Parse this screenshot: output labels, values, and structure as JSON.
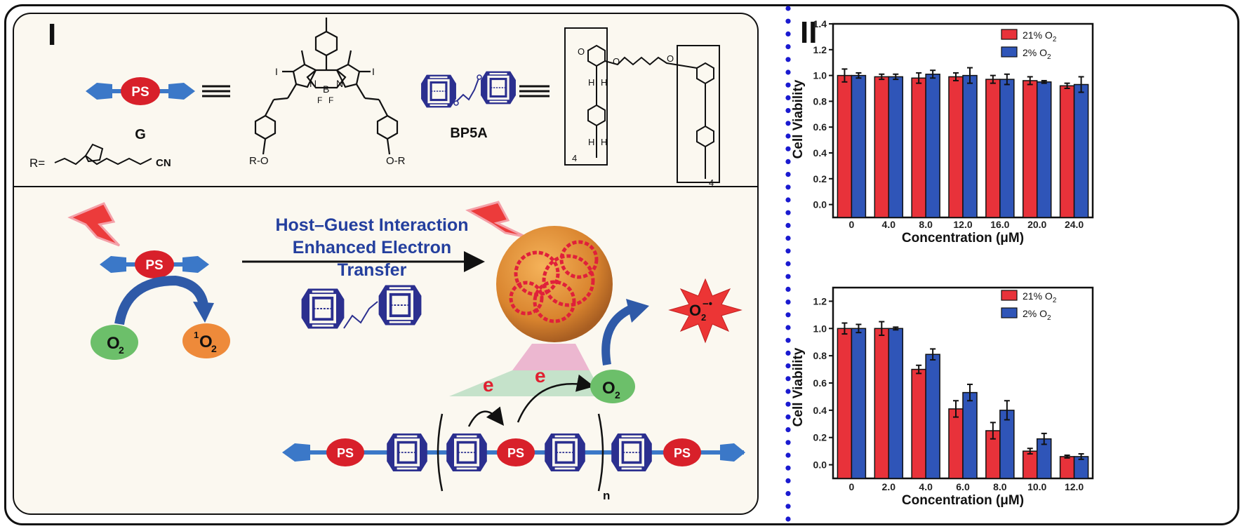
{
  "figure": {
    "panel_labels": [
      "I",
      "II"
    ],
    "scheme": {
      "guest_label": "G",
      "host_label": "BP5A",
      "ps_label": "PS",
      "r_group_label": "R=",
      "r_group_terminal": "CN",
      "chem_atoms": {
        "iodine": "I",
        "nitrogen": "N",
        "boron": "B",
        "fluorine": "F",
        "oxygen": "O",
        "hydrogen": "H",
        "repeat_n": "4",
        "ro": "R-O",
        "or": "O-R"
      },
      "process_title_line1": "Host–Guest Interaction",
      "process_title_line2": "Enhanced Electron Transfer",
      "oxygen_label": "O",
      "oxygen_subscript": "2",
      "singlet_oxygen_prefix": "1",
      "superoxide_label": "O",
      "superoxide_subscript": "2",
      "superoxide_superscript": "−•",
      "electron_label": "e",
      "polymer_repeat": "n"
    },
    "colors": {
      "red_series": "#e8323a",
      "blue_series": "#2f55b8",
      "host_navy": "#2b2f8f",
      "text_blue": "#243f9e",
      "o2_green": "#6cbf6a",
      "singlet_orange": "#ee8a3a",
      "panel_bg": "#fbf8f0",
      "separator_dots": "#1a1ad0"
    }
  },
  "chart_data": [
    {
      "type": "bar",
      "title": "",
      "xlabel": "Concentration (μM)",
      "ylabel": "Cell Viability",
      "ylim": [
        -0.1,
        1.4
      ],
      "yticks": [
        "0.0",
        "0.2",
        "0.4",
        "0.6",
        "0.8",
        "1.0",
        "1.2",
        "1.4"
      ],
      "categories": [
        "0",
        "4.0",
        "8.0",
        "12.0",
        "16.0",
        "20.0",
        "24.0"
      ],
      "legend_position": "top-right",
      "series": [
        {
          "name": "21% O",
          "name_subscript": "2",
          "color": "#e8323a",
          "values": [
            1.0,
            0.99,
            0.98,
            0.99,
            0.97,
            0.96,
            0.92
          ],
          "errors": [
            0.05,
            0.02,
            0.04,
            0.03,
            0.03,
            0.03,
            0.02
          ]
        },
        {
          "name": "2% O",
          "name_subscript": "2",
          "color": "#2f55b8",
          "values": [
            1.0,
            0.99,
            1.01,
            1.0,
            0.97,
            0.95,
            0.93
          ],
          "errors": [
            0.02,
            0.02,
            0.03,
            0.06,
            0.04,
            0.01,
            0.06
          ]
        }
      ]
    },
    {
      "type": "bar",
      "title": "",
      "xlabel": "Concentration (μM)",
      "ylabel": "Cell Viability",
      "ylim": [
        -0.1,
        1.3
      ],
      "yticks": [
        "0.0",
        "0.2",
        "0.4",
        "0.6",
        "0.8",
        "1.0",
        "1.2"
      ],
      "categories": [
        "0",
        "2.0",
        "4.0",
        "6.0",
        "8.0",
        "10.0",
        "12.0"
      ],
      "legend_position": "top-right",
      "series": [
        {
          "name": "21% O",
          "name_subscript": "2",
          "color": "#e8323a",
          "values": [
            1.0,
            1.0,
            0.7,
            0.41,
            0.25,
            0.1,
            0.06
          ],
          "errors": [
            0.04,
            0.05,
            0.03,
            0.06,
            0.06,
            0.02,
            0.01
          ]
        },
        {
          "name": "2% O",
          "name_subscript": "2",
          "color": "#2f55b8",
          "values": [
            1.0,
            1.0,
            0.81,
            0.53,
            0.4,
            0.19,
            0.06
          ],
          "errors": [
            0.03,
            0.01,
            0.04,
            0.06,
            0.07,
            0.04,
            0.02
          ]
        }
      ]
    }
  ]
}
